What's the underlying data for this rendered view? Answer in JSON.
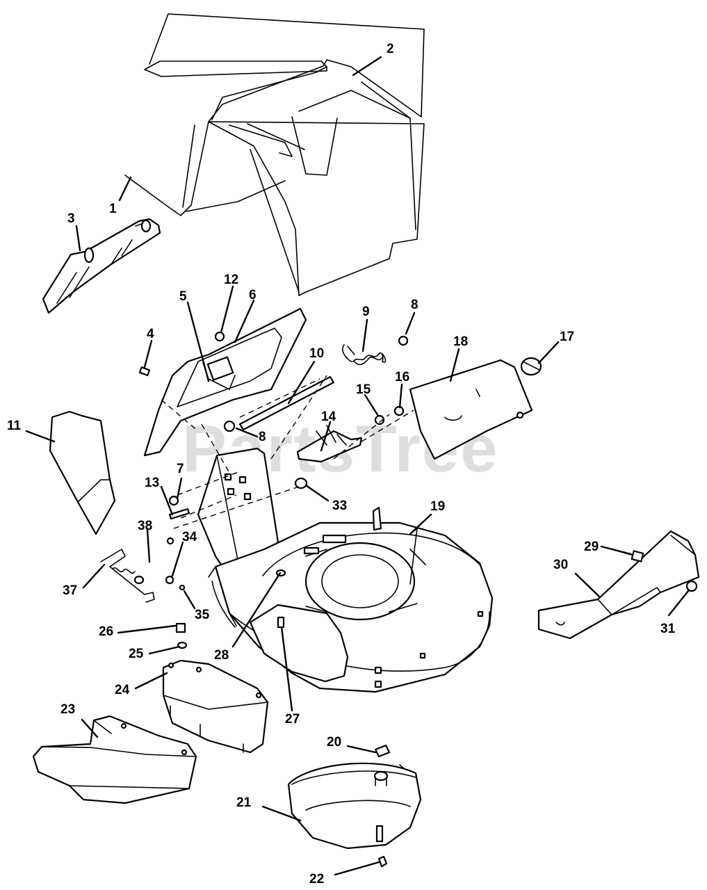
{
  "watermark": "PartsTree",
  "callouts": [
    "1",
    "2",
    "3",
    "4",
    "5",
    "6",
    "7",
    "8",
    "8",
    "9",
    "10",
    "11",
    "12",
    "13",
    "14",
    "15",
    "16",
    "17",
    "18",
    "19",
    "20",
    "21",
    "22",
    "23",
    "24",
    "25",
    "26",
    "27",
    "28",
    "29",
    "30",
    "31",
    "33",
    "34",
    "35",
    "37",
    "38"
  ],
  "colors": {
    "line": "#000000",
    "background": "#ffffff",
    "watermark": "#d4d4d4"
  }
}
